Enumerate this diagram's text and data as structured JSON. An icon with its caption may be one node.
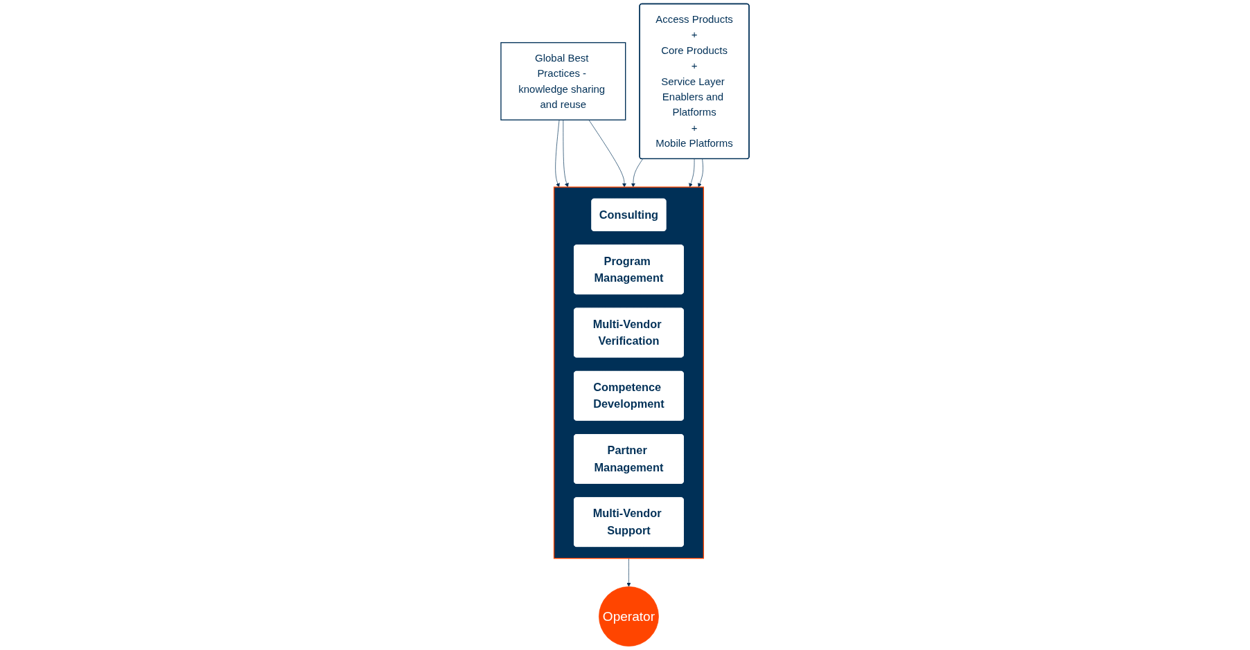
{
  "diagram": {
    "nodes": [
      {
        "text": [
          "Global Best Practices - knowledge sharing and reuse"
        ]
      },
      {
        "text": [],
        "shape": "arrow"
      },
      {
        "text": [
          "Consulting"
        ],
        "in": 1
      },
      {
        "text": [
          "Program Management"
        ],
        "in": 1
      },
      {
        "text": [
          "Multi-Vendor Verification"
        ],
        "in": 1
      },
      {
        "text": [
          "Competence Development"
        ],
        "in": 1
      },
      {
        "text": [
          "Partner Management"
        ],
        "in": 1
      },
      {
        "text": [
          "Multi-Vendor Support"
        ],
        "in": 1
      },
      {
        "text": [
          "Operator"
        ]
      },
      {
        "text": [
          "Access Products",
          "+",
          "Core Products",
          "+",
          "Service Layer Enablers and Platforms",
          "+",
          "Mobile Platforms"
        ]
      }
    ],
    "edges": [
      {
        "from": 0,
        "to": 1,
        "arrow": "to"
      },
      {
        "from": 0,
        "to": 1,
        "arrow": "to"
      },
      {
        "from": 0,
        "to": 1,
        "arrow": "to"
      },
      {
        "from": 9,
        "to": 1,
        "arrow": "to"
      },
      {
        "from": 9,
        "to": 1,
        "arrow": "to"
      },
      {
        "from": 9,
        "to": 1,
        "arrow": "to"
      },
      {
        "from": 1,
        "to": 8,
        "arrow": "to"
      }
    ]
  }
}
